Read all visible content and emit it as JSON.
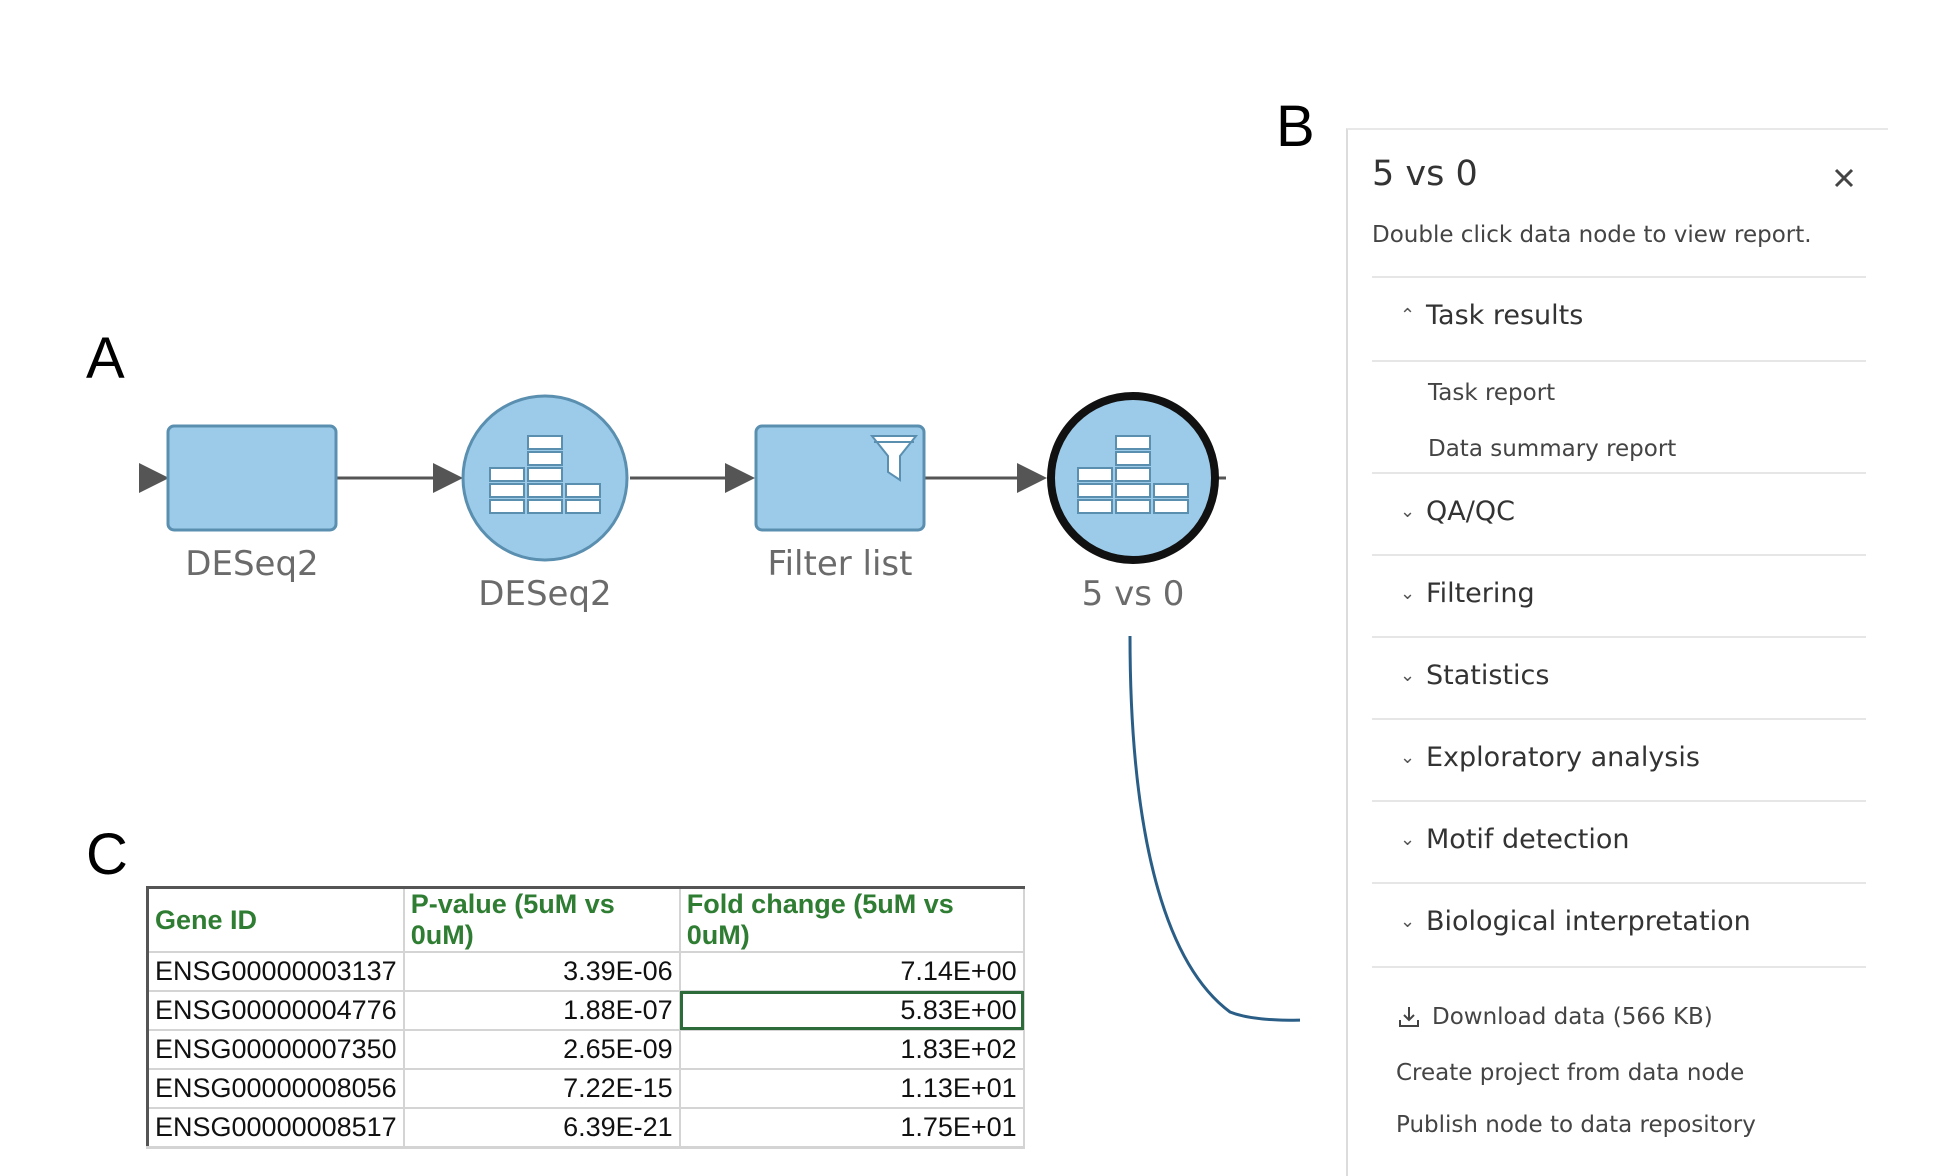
{
  "panel_letters": {
    "a": "A",
    "b": "B",
    "c": "C"
  },
  "workflow": {
    "nodes": [
      {
        "label": "DESeq2",
        "kind": "task"
      },
      {
        "label": "DESeq2",
        "kind": "data"
      },
      {
        "label": "Filter list",
        "kind": "task-filter"
      },
      {
        "label": "5 vs 0",
        "kind": "data-selected"
      }
    ],
    "colors": {
      "node_fill": "#9ccbea",
      "node_stroke": "#5a8fb0",
      "selected_ring": "#111111",
      "arrow": "#2a5e86"
    }
  },
  "panel": {
    "title": "5 vs 0",
    "hint": "Double click data node to view report.",
    "sections": [
      {
        "label": "Task results",
        "expanded": true,
        "items": [
          "Task report",
          "Data summary report"
        ]
      },
      {
        "label": "QA/QC",
        "expanded": false
      },
      {
        "label": "Filtering",
        "expanded": false
      },
      {
        "label": "Statistics",
        "expanded": false
      },
      {
        "label": "Exploratory analysis",
        "expanded": false
      },
      {
        "label": "Motif detection",
        "expanded": false
      },
      {
        "label": "Biological interpretation",
        "expanded": false
      }
    ],
    "actions": [
      "Download data (566 KB)",
      "Create project from data node",
      "Publish node to data repository"
    ]
  },
  "table": {
    "headers": [
      "Gene ID",
      "P-value (5uM vs 0uM)",
      "Fold change (5uM vs 0uM)"
    ],
    "rows": [
      [
        "ENSG00000003137",
        "3.39E-06",
        "7.14E+00"
      ],
      [
        "ENSG00000004776",
        "1.88E-07",
        "5.83E+00"
      ],
      [
        "ENSG00000007350",
        "2.65E-09",
        "1.83E+02"
      ],
      [
        "ENSG00000008056",
        "7.22E-15",
        "1.13E+01"
      ],
      [
        "ENSG00000008517",
        "6.39E-21",
        "1.75E+01"
      ]
    ]
  }
}
